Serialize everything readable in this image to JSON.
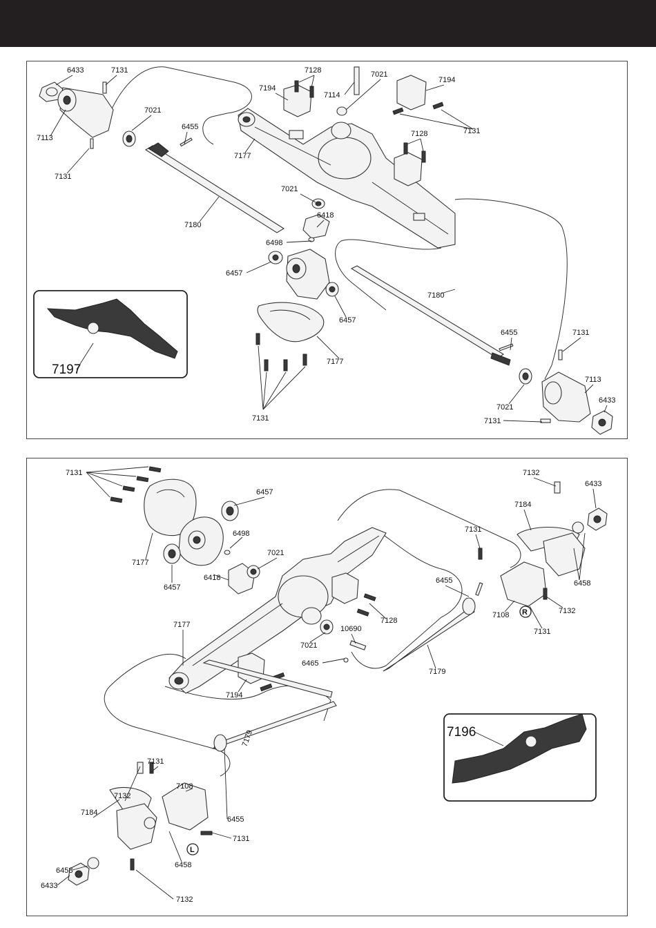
{
  "rear_axle": {
    "assembly_number": "7197",
    "callouts": [
      {
        "id": "r-6433",
        "text": "6433"
      },
      {
        "id": "r-7131a",
        "text": "7131"
      },
      {
        "id": "r-7113a",
        "text": "7113"
      },
      {
        "id": "r-7131b",
        "text": "7131"
      },
      {
        "id": "r-7021a",
        "text": "7021"
      },
      {
        "id": "r-6455a",
        "text": "6455"
      },
      {
        "id": "r-7194a",
        "text": "7194"
      },
      {
        "id": "r-7128a",
        "text": "7128"
      },
      {
        "id": "r-7114",
        "text": "7114"
      },
      {
        "id": "r-7021b",
        "text": "7021"
      },
      {
        "id": "r-7194b",
        "text": "7194"
      },
      {
        "id": "r-7131c",
        "text": "7131"
      },
      {
        "id": "r-7128b",
        "text": "7128"
      },
      {
        "id": "r-7177a",
        "text": "7177"
      },
      {
        "id": "r-7021c",
        "text": "7021"
      },
      {
        "id": "r-6418",
        "text": "6418"
      },
      {
        "id": "r-7180a",
        "text": "7180"
      },
      {
        "id": "r-6498",
        "text": "6498"
      },
      {
        "id": "r-6457a",
        "text": "6457"
      },
      {
        "id": "r-7180b",
        "text": "7180"
      },
      {
        "id": "r-6457b",
        "text": "6457"
      },
      {
        "id": "r-7177b",
        "text": "7177"
      },
      {
        "id": "r-6455b",
        "text": "6455"
      },
      {
        "id": "r-7131d",
        "text": "7131"
      },
      {
        "id": "r-7113b",
        "text": "7113"
      },
      {
        "id": "r-6433b",
        "text": "6433"
      },
      {
        "id": "r-7021d",
        "text": "7021"
      },
      {
        "id": "r-7131e",
        "text": "7131"
      },
      {
        "id": "r-7131f",
        "text": "7131"
      }
    ]
  },
  "front_axle": {
    "assembly_number": "7196",
    "callouts": [
      {
        "id": "f-7131a",
        "text": "7131"
      },
      {
        "id": "f-6457a",
        "text": "6457"
      },
      {
        "id": "f-6498",
        "text": "6498"
      },
      {
        "id": "f-7021a",
        "text": "7021"
      },
      {
        "id": "f-7177a",
        "text": "7177"
      },
      {
        "id": "f-6457b",
        "text": "6457"
      },
      {
        "id": "f-6418",
        "text": "6418"
      },
      {
        "id": "f-7132a",
        "text": "7132"
      },
      {
        "id": "f-6433a",
        "text": "6433"
      },
      {
        "id": "f-7184a",
        "text": "7184"
      },
      {
        "id": "f-7131b",
        "text": "7131"
      },
      {
        "id": "f-6455a",
        "text": "6455"
      },
      {
        "id": "f-6458a",
        "text": "6458"
      },
      {
        "id": "f-7108a",
        "text": "7108"
      },
      {
        "id": "f-7132b",
        "text": "7132"
      },
      {
        "id": "f-7131c",
        "text": "7131"
      },
      {
        "id": "f-7128",
        "text": "7128"
      },
      {
        "id": "f-7177b",
        "text": "7177"
      },
      {
        "id": "f-10690",
        "text": "10690"
      },
      {
        "id": "f-7021b",
        "text": "7021"
      },
      {
        "id": "f-6465",
        "text": "6465"
      },
      {
        "id": "f-7179a",
        "text": "7179"
      },
      {
        "id": "f-7194",
        "text": "7194"
      },
      {
        "id": "f-7179b",
        "text": "7179"
      },
      {
        "id": "f-7131d",
        "text": "7131"
      },
      {
        "id": "f-7108b",
        "text": "7108"
      },
      {
        "id": "f-7132c",
        "text": "7132"
      },
      {
        "id": "f-7184b",
        "text": "7184"
      },
      {
        "id": "f-6455b",
        "text": "6455"
      },
      {
        "id": "f-7131e",
        "text": "7131"
      },
      {
        "id": "f-6458b",
        "text": "6458"
      },
      {
        "id": "f-6458c",
        "text": "6458"
      },
      {
        "id": "f-6433b",
        "text": "6433"
      },
      {
        "id": "f-7132d",
        "text": "7132"
      }
    ],
    "side_markers": {
      "right": "R",
      "left": "L"
    }
  }
}
